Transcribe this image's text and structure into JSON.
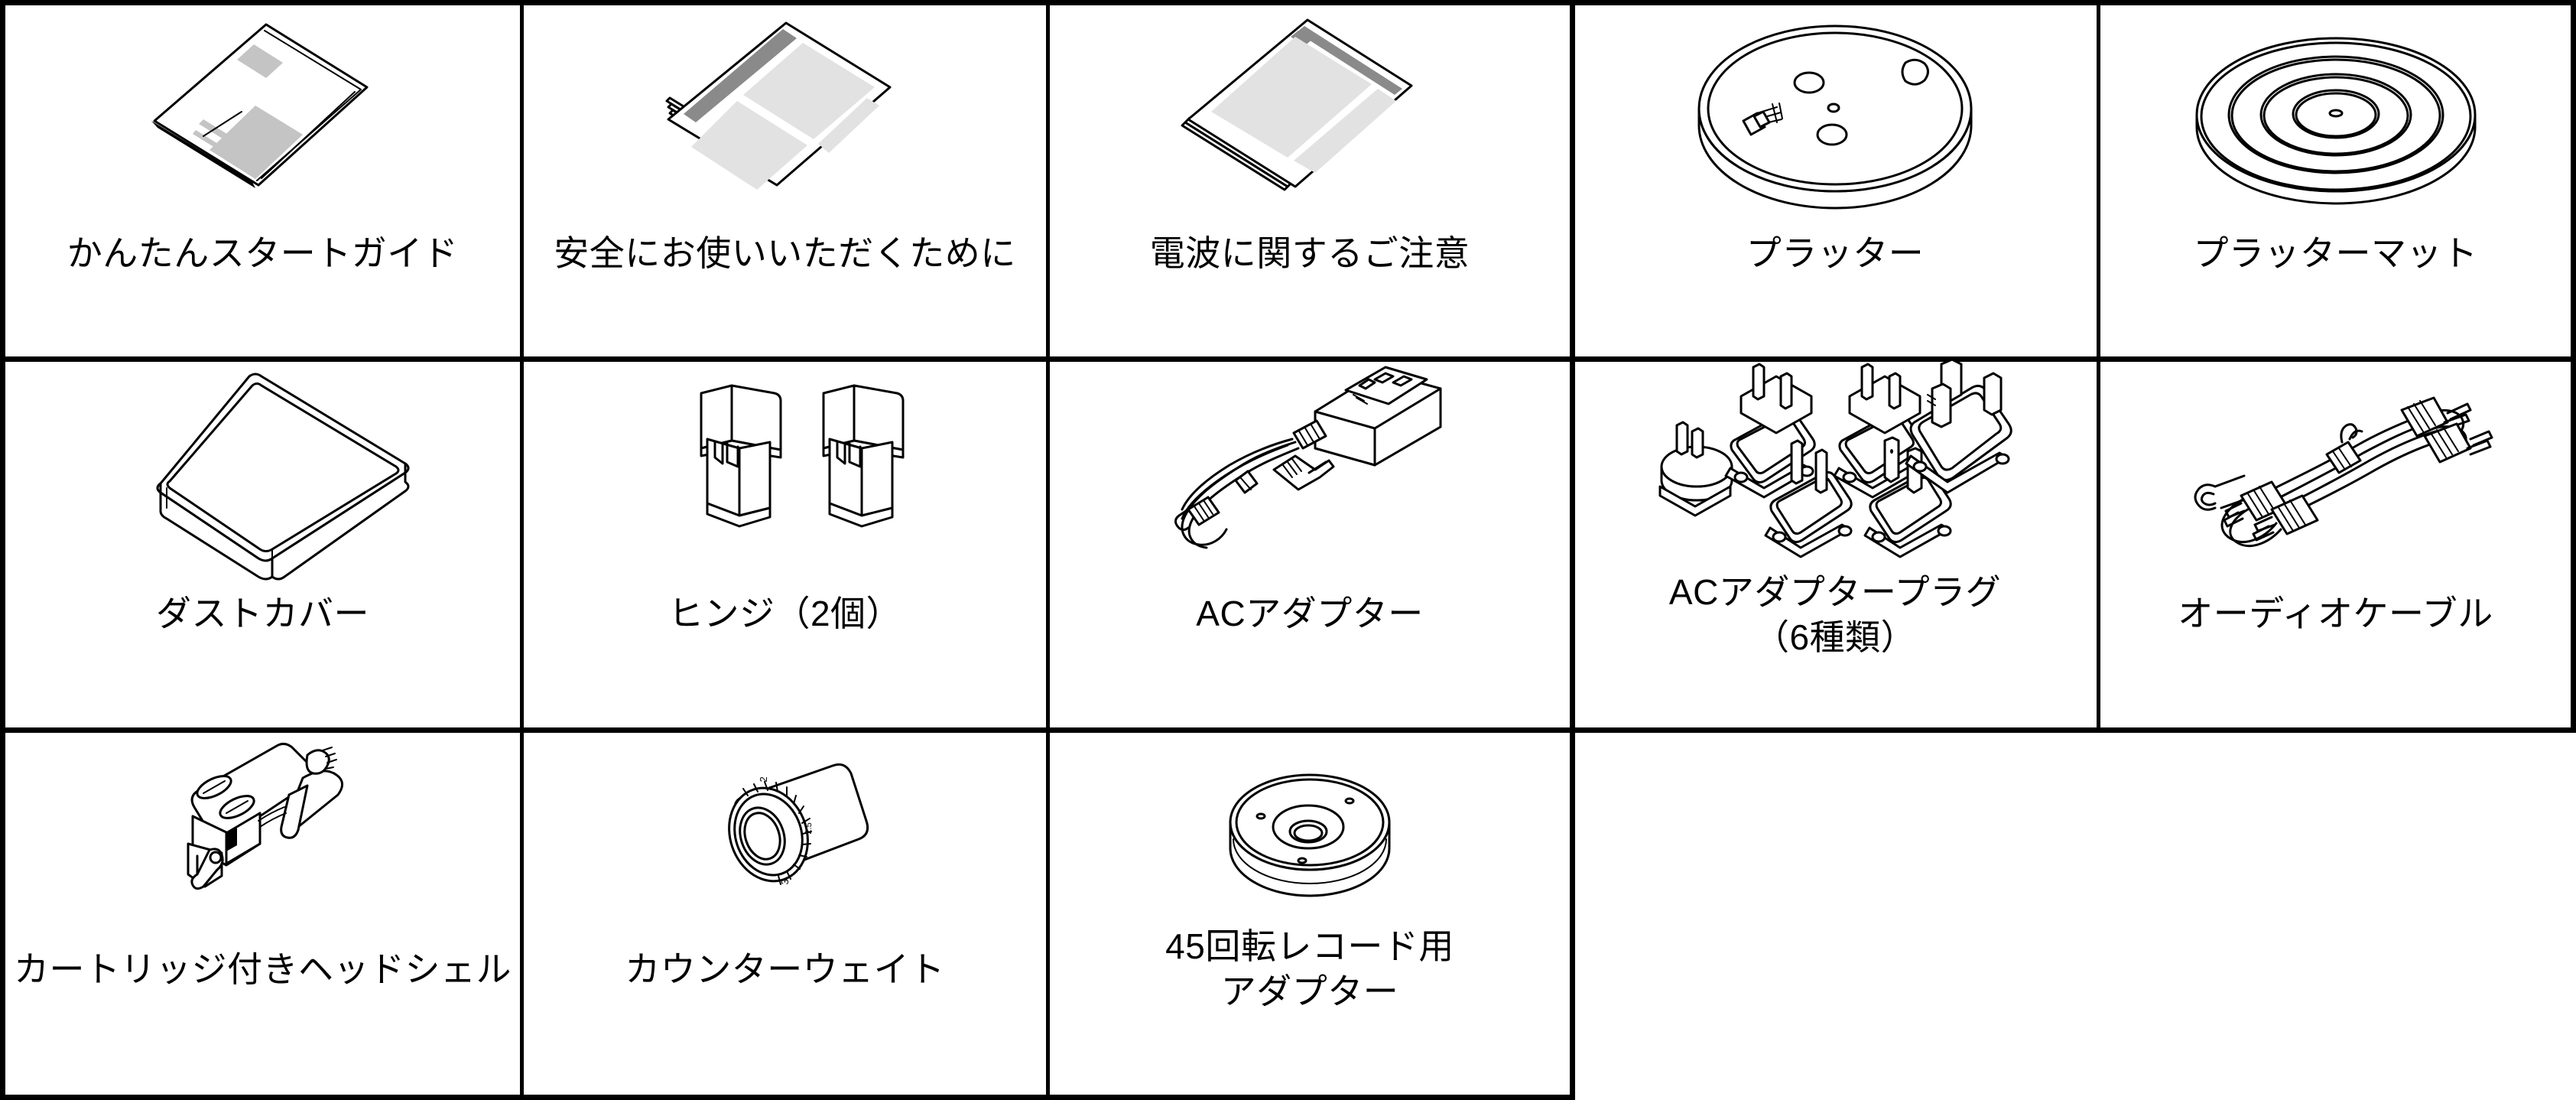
{
  "document": {
    "kind": "accessories-inventory-grid",
    "columns": 5,
    "rows": 3
  },
  "grid": {
    "rows": [
      {
        "cells": [
          {
            "label": "かんたんスタートガイド",
            "icon": "quick-start-guide-booklet",
            "lines": 1
          },
          {
            "label": "安全にお使いいただくために",
            "icon": "safety-instructions-booklet",
            "lines": 1
          },
          {
            "label": "電波に関するご注意",
            "icon": "radio-wave-notice-sheet",
            "lines": 1
          },
          {
            "label": "プラッター",
            "icon": "platter-disc",
            "lines": 1
          },
          {
            "label": "プラッターマット",
            "icon": "platter-mat-disc",
            "lines": 1
          }
        ]
      },
      {
        "cells": [
          {
            "label": "ダストカバー",
            "icon": "dust-cover-box",
            "lines": 1
          },
          {
            "label": "ヒンジ（2個）",
            "icon": "hinge-pair",
            "lines": 1
          },
          {
            "label": "ACアダプター",
            "icon": "ac-adapter-with-cable",
            "lines": 1
          },
          {
            "label": "ACアダプタープラグ\n（6種類）",
            "label_line1": "ACアダプタープラグ",
            "label_line2": "（6種類）",
            "icon": "ac-adapter-plugs-six-types",
            "lines": 2
          },
          {
            "label": "オーディオケーブル",
            "icon": "audio-rca-cable",
            "lines": 1
          }
        ]
      },
      {
        "cells": [
          {
            "label": "カートリッジ付きヘッドシェル",
            "icon": "headshell-with-cartridge",
            "lines": 1
          },
          {
            "label": "カウンターウェイト",
            "icon": "counterweight-cylinder",
            "lines": 1
          },
          {
            "label": "45回転レコード用\nアダプター",
            "label_line1": "45回転レコード用",
            "label_line2": "アダプター",
            "icon": "45rpm-record-adapter",
            "lines": 2
          },
          {
            "label": "",
            "icon": "empty-cell",
            "lines": 0
          },
          {
            "label": "",
            "icon": "empty-cell",
            "lines": 0
          }
        ]
      }
    ]
  },
  "colors": {
    "line": "#000000",
    "background": "#ffffff",
    "shade_light": "#e2e2e2",
    "shade_medium": "#c4c4c4",
    "shade_dark": "#8a8a8a"
  }
}
